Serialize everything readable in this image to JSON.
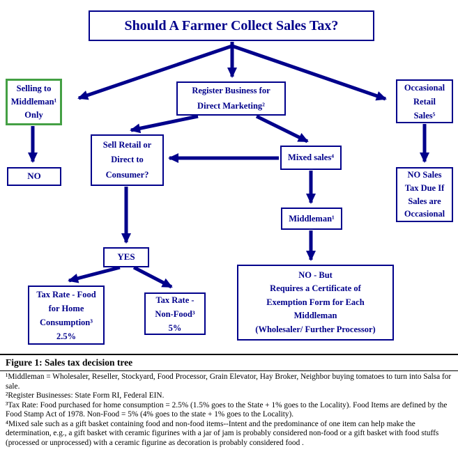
{
  "colors": {
    "navy": "#00008B",
    "green": "#44A044",
    "ink": "#000000"
  },
  "title": "Should A Farmer Collect Sales Tax?",
  "nodes": {
    "selling_middleman": "Selling to\nMiddleman¹\nOnly",
    "no": "NO",
    "register_business": "Register Business for\nDirect Marketing²",
    "sell_retail": "Sell Retail or\nDirect to\nConsumer?",
    "mixed_sales": "Mixed sales⁴",
    "middleman": "Middleman¹",
    "yes": "YES",
    "tax_rate_food": "Tax Rate - Food\nfor Home\nConsumption³\n2.5%",
    "tax_rate_nonfood": "Tax Rate -\nNon-Food³\n5%",
    "occasional_retail": "Occasional\nRetail\nSales⁵",
    "no_sales_tax": "NO Sales\nTax Due If\nSales are\nOccasional",
    "no_but_certificate": "NO - But\nRequires a Certificate of\nExemption Form for Each\nMiddleman\n(Wholesaler/ Further Processor)"
  },
  "edges": [
    "title -> selling_middleman",
    "title -> register_business",
    "title -> occasional_retail",
    "selling_middleman -> no",
    "register_business -> sell_retail",
    "register_business -> mixed_sales",
    "mixed_sales -> sell_retail",
    "mixed_sales -> middleman",
    "middleman -> no_but_certificate",
    "sell_retail -> yes",
    "yes -> tax_rate_food",
    "yes -> tax_rate_nonfood",
    "occasional_retail -> no_sales_tax"
  ],
  "caption": "Figure 1: Sales tax decision tree",
  "footnotes": [
    "¹Middleman = Wholesaler, Reseller, Stockyard, Food Processor, Grain Elevator, Hay Broker, Neighbor buying tomatoes to turn into Salsa for sale.",
    "²Register Businesses: State Form RI, Federal EIN.",
    "³Tax Rate: Food purchased for home consumption = 2.5% (1.5% goes to the State + 1% goes to the Locality).  Food Items are defined by the Food Stamp Act of 1978. Non-Food = 5% (4% goes to the state + 1% goes to the Locality).",
    "⁴Mixed sale such as a gift basket containing food and non-food items--Intent and the predominance of one item can help make the determination, e.g., a gift basket with ceramic figurines with a jar of jam  is probably considered non-food or a gift basket with food stuffs (processed or unprocessed) with a ceramic figurine as decoration is probably considered food ."
  ]
}
